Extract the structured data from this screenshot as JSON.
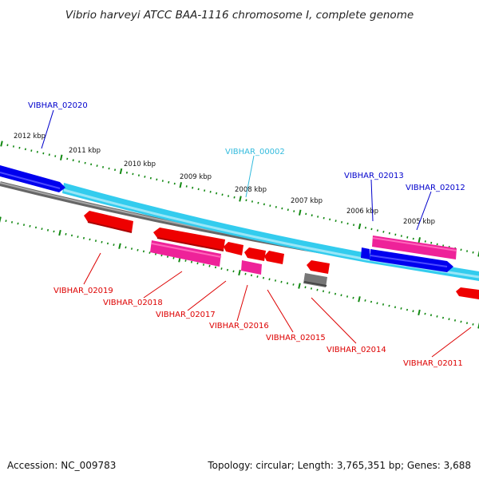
{
  "title": "Vibrio harveyi ATCC BAA-1116 chromosome I, complete genome",
  "footer": {
    "accession": "Accession: NC_009783",
    "topology": "Topology: circular; Length: 3,765,351 bp; Genes: 3,688"
  },
  "scale_labels": [
    "2012 kbp",
    "2011 kbp",
    "2010 kbp",
    "2009 kbp",
    "2008 kbp",
    "2007 kbp",
    "2006 kbp",
    "2005 kbp"
  ],
  "genes": [
    {
      "label": "VIBHAR_02020",
      "color": "#0000cc"
    },
    {
      "label": "VIBHAR_00002",
      "color": "#33bbdd"
    },
    {
      "label": "VIBHAR_02013",
      "color": "#0000cc"
    },
    {
      "label": "VIBHAR_02012",
      "color": "#0000cc"
    },
    {
      "label": "VIBHAR_02019",
      "color": "#dd0000"
    },
    {
      "label": "VIBHAR_02018",
      "color": "#dd0000"
    },
    {
      "label": "VIBHAR_02017",
      "color": "#dd0000"
    },
    {
      "label": "VIBHAR_02016",
      "color": "#dd0000"
    },
    {
      "label": "VIBHAR_02015",
      "color": "#dd0000"
    },
    {
      "label": "VIBHAR_02014",
      "color": "#dd0000"
    },
    {
      "label": "VIBHAR_02011",
      "color": "#dd0000"
    }
  ],
  "colors": {
    "plus_strand_cds": "#0000ee",
    "rna_feature": "#33ccee",
    "pseudo_feature": "#ee2299",
    "minus_strand_cds": "#ee0000",
    "other_feature": "#777777",
    "backbone": "#888888",
    "tick": "#118811"
  }
}
